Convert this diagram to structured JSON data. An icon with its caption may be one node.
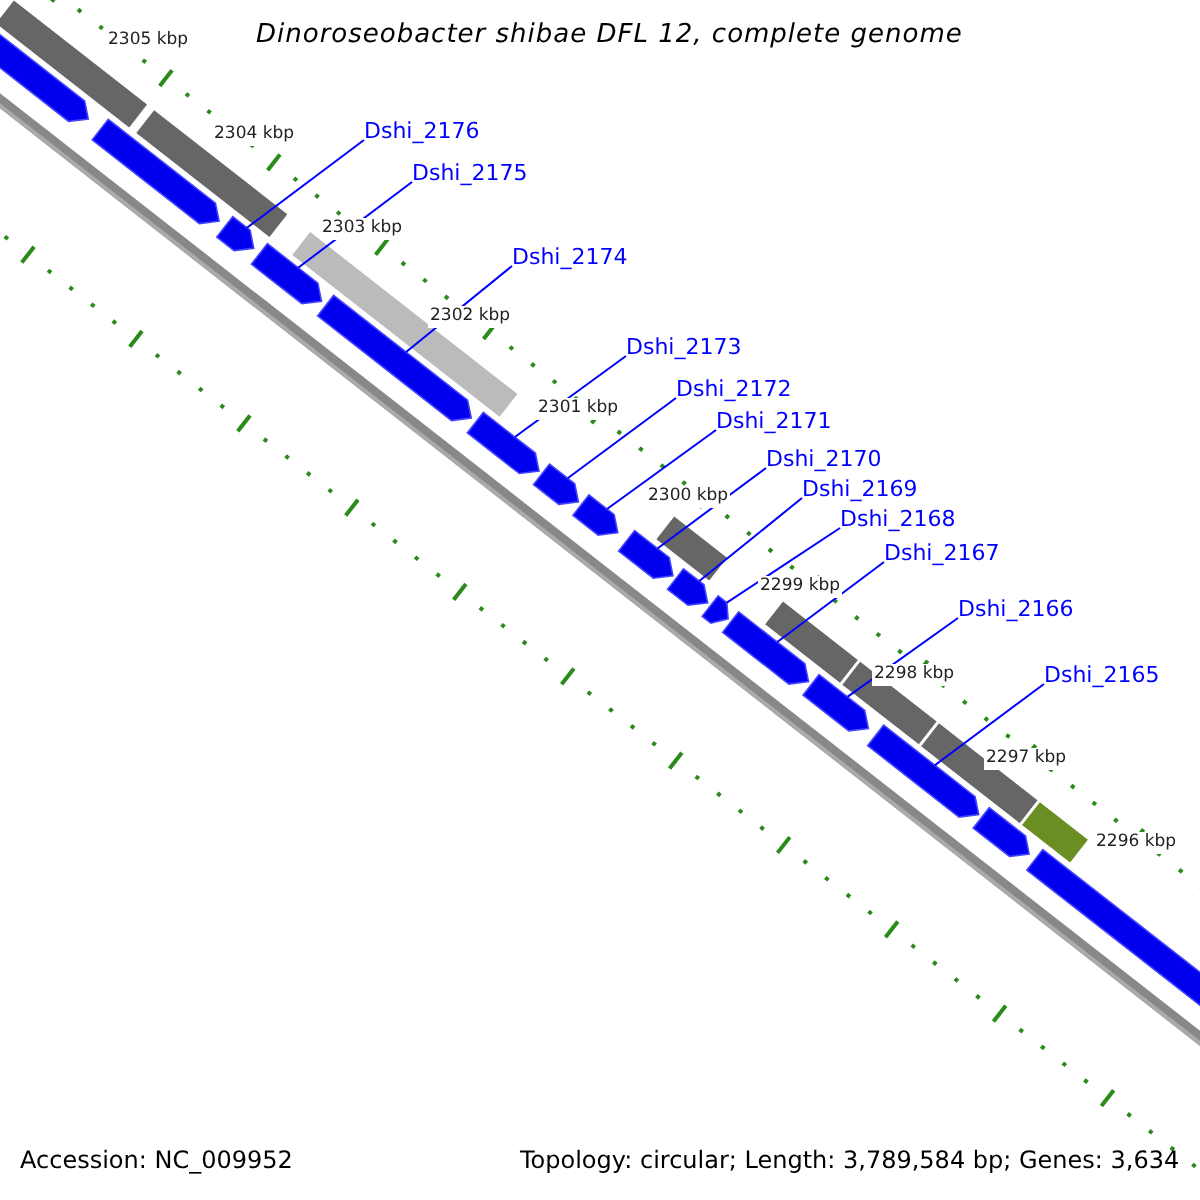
{
  "diagram": {
    "title": "Dinoroseobacter shibae DFL 12, complete genome",
    "nodes": [
      {
        "text": [
          "Dshi_2176"
        ]
      },
      {
        "text": [
          "Dshi_2175"
        ]
      },
      {
        "text": [
          "Dshi_2174"
        ]
      },
      {
        "text": [
          "Dshi_2173"
        ]
      },
      {
        "text": [
          "Dshi_2172"
        ]
      },
      {
        "text": [
          "Dshi_2171"
        ]
      },
      {
        "text": [
          "Dshi_2170"
        ]
      },
      {
        "text": [
          "Dshi_2169"
        ]
      },
      {
        "text": [
          "Dshi_2168"
        ]
      },
      {
        "text": [
          "Dshi_2167"
        ]
      },
      {
        "text": [
          "Dshi_2166"
        ]
      },
      {
        "text": [
          "Dshi_2165"
        ]
      },
      {
        "text": [],
        "shape": "bar"
      },
      {
        "text": [],
        "shape": "bar"
      },
      {
        "text": [],
        "shape": "bar"
      },
      {
        "text": [],
        "shape": "bar"
      },
      {
        "text": [],
        "shape": "bar"
      },
      {
        "text": [],
        "shape": "bar"
      },
      {
        "text": [],
        "shape": "bar"
      },
      {
        "text": [],
        "shape": "bar"
      },
      {
        "text": [],
        "shape": "bar"
      },
      {
        "text": [],
        "shape": "bar"
      },
      {
        "text": [],
        "shape": "bar"
      },
      {
        "text": [],
        "shape": "bar"
      },
      {
        "text": [],
        "shape": "bar"
      },
      {
        "text": [],
        "shape": "bar"
      },
      {
        "text": [],
        "shape": "bar"
      },
      {
        "text": [],
        "shape": "bar"
      }
    ],
    "edges": [
      {
        "from": 0,
        "to": 14,
        "arrow": "none"
      },
      {
        "from": 1,
        "to": 15,
        "arrow": "none"
      },
      {
        "from": 2,
        "to": 16,
        "arrow": "none"
      },
      {
        "from": 3,
        "to": 17,
        "arrow": "none"
      },
      {
        "from": 4,
        "to": 18,
        "arrow": "none"
      },
      {
        "from": 5,
        "to": 19,
        "arrow": "none"
      },
      {
        "from": 6,
        "to": 20,
        "arrow": "none"
      },
      {
        "from": 7,
        "to": 21,
        "arrow": "none"
      },
      {
        "from": 8,
        "to": 22,
        "arrow": "none"
      },
      {
        "from": 9,
        "to": 23,
        "arrow": "none"
      },
      {
        "from": 10,
        "to": 24,
        "arrow": "none"
      },
      {
        "from": 11,
        "to": 25,
        "arrow": "none"
      }
    ],
    "labels": [
      "2305 kbp",
      "2304 kbp",
      "2303 kbp",
      "2302 kbp",
      "2301 kbp",
      "2300 kbp",
      "2299 kbp",
      "2298 kbp",
      "2297 kbp",
      "2296 kbp",
      "Accession: NC_009952",
      "Topology: circular; Length: 3,789,584 bp; Genes: 3,634"
    ]
  }
}
